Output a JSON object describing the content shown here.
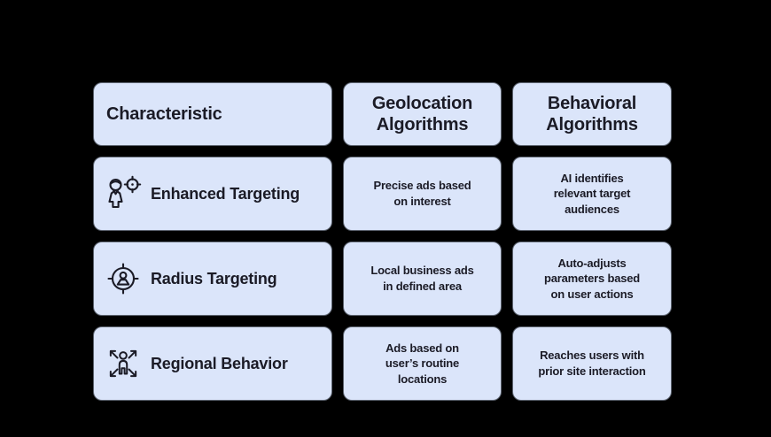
{
  "colors": {
    "page_bg": "#000000",
    "cell_bg": "#dbe5fa",
    "cell_border": "#5d6470",
    "ink": "#1b1b26"
  },
  "table": {
    "headers": [
      {
        "label": "Characteristic"
      },
      {
        "label": "Geolocation\nAlgorithms"
      },
      {
        "label": "Behavioral\nAlgorithms"
      }
    ],
    "rows": [
      {
        "icon": "person-target-icon",
        "characteristic": "Enhanced Targeting",
        "geolocation": "Precise ads based\non interest",
        "behavioral": "AI identifies\nrelevant target\naudiences"
      },
      {
        "icon": "person-in-crosshair-icon",
        "characteristic": "Radius Targeting",
        "geolocation": "Local business ads\nin defined area",
        "behavioral": "Auto-adjusts\nparameters based\non user actions"
      },
      {
        "icon": "person-expand-arrows-icon",
        "characteristic": "Regional Behavior",
        "geolocation": "Ads based on\nuser’s routine\nlocations",
        "behavioral": "Reaches users with\nprior site interaction"
      }
    ]
  }
}
